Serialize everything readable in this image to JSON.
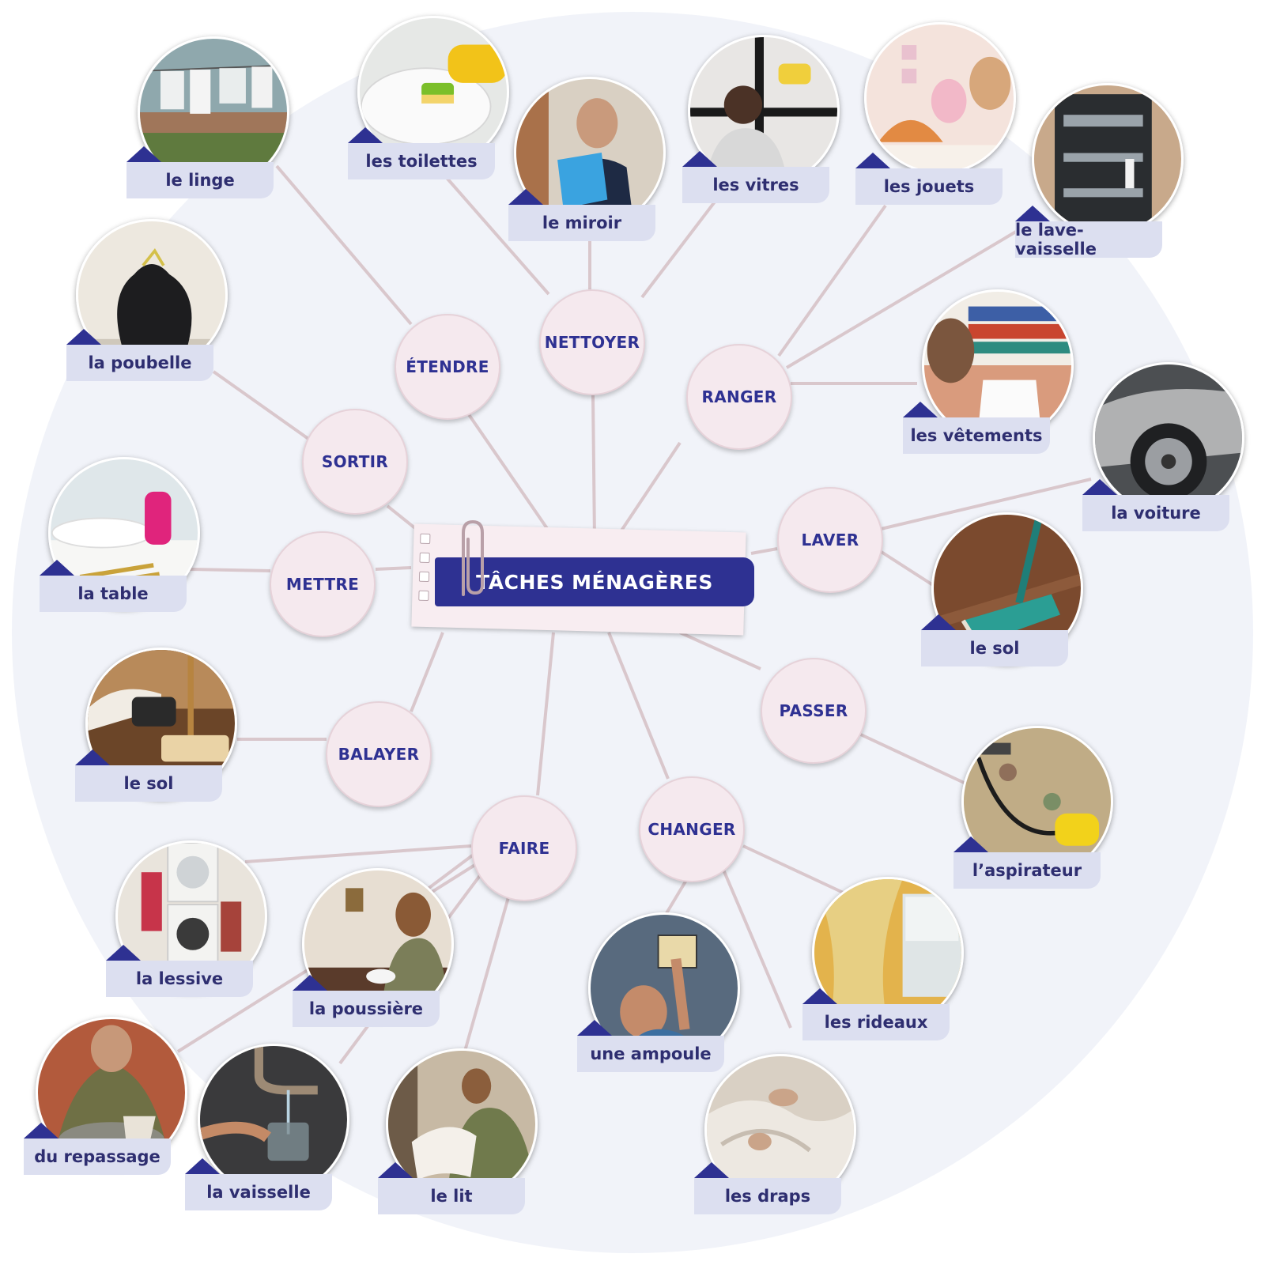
{
  "title": "TÂCHES MÉNAGÈRES",
  "colors": {
    "accent": "#2e3192",
    "bubble": "#f5e9ee",
    "label_bg": "#dcdff0",
    "background_disc": "#f1f3f9"
  },
  "verbs": [
    {
      "id": "etendre",
      "label": "ÉTENDRE"
    },
    {
      "id": "nettoyer",
      "label": "NETTOYER"
    },
    {
      "id": "ranger",
      "label": "RANGER"
    },
    {
      "id": "sortir",
      "label": "SORTIR"
    },
    {
      "id": "mettre",
      "label": "METTRE"
    },
    {
      "id": "laver",
      "label": "LAVER"
    },
    {
      "id": "passer",
      "label": "PASSER"
    },
    {
      "id": "balayer",
      "label": "BALAYER"
    },
    {
      "id": "faire",
      "label": "FAIRE"
    },
    {
      "id": "changer",
      "label": "CHANGER"
    }
  ],
  "items": [
    {
      "verb": "etendre",
      "label": "le linge",
      "icon": "laundry-line-icon"
    },
    {
      "verb": "nettoyer",
      "label": "les toilettes",
      "icon": "toilet-cleaning-icon"
    },
    {
      "verb": "nettoyer",
      "label": "le miroir",
      "icon": "mirror-icon"
    },
    {
      "verb": "nettoyer",
      "label": "les vitres",
      "icon": "window-icon"
    },
    {
      "verb": "ranger",
      "label": "les jouets",
      "icon": "toys-icon"
    },
    {
      "verb": "ranger",
      "label": "le lave-vaisselle",
      "icon": "dishwasher-icon"
    },
    {
      "verb": "sortir",
      "label": "la poubelle",
      "icon": "trash-bag-icon"
    },
    {
      "verb": "ranger",
      "label": "les vêtements",
      "icon": "clothes-icon"
    },
    {
      "verb": "laver",
      "label": "la voiture",
      "icon": "car-wash-icon"
    },
    {
      "verb": "mettre",
      "label": "la table",
      "icon": "table-setting-icon"
    },
    {
      "verb": "laver",
      "label": "le sol",
      "icon": "mop-icon"
    },
    {
      "verb": "balayer",
      "label": "le sol",
      "icon": "broom-icon"
    },
    {
      "verb": "passer",
      "label": "l’aspirateur",
      "icon": "vacuum-icon"
    },
    {
      "verb": "faire",
      "label": "la lessive",
      "icon": "washing-machine-icon"
    },
    {
      "verb": "faire",
      "label": "la poussière",
      "icon": "dusting-icon"
    },
    {
      "verb": "changer",
      "label": "une ampoule",
      "icon": "light-bulb-icon"
    },
    {
      "verb": "changer",
      "label": "les rideaux",
      "icon": "curtains-icon"
    },
    {
      "verb": "faire",
      "label": "du repassage",
      "icon": "iron-icon"
    },
    {
      "verb": "faire",
      "label": "la vaisselle",
      "icon": "dishes-icon"
    },
    {
      "verb": "faire",
      "label": "le lit",
      "icon": "bed-icon"
    },
    {
      "verb": "changer",
      "label": "les draps",
      "icon": "sheets-icon"
    }
  ]
}
